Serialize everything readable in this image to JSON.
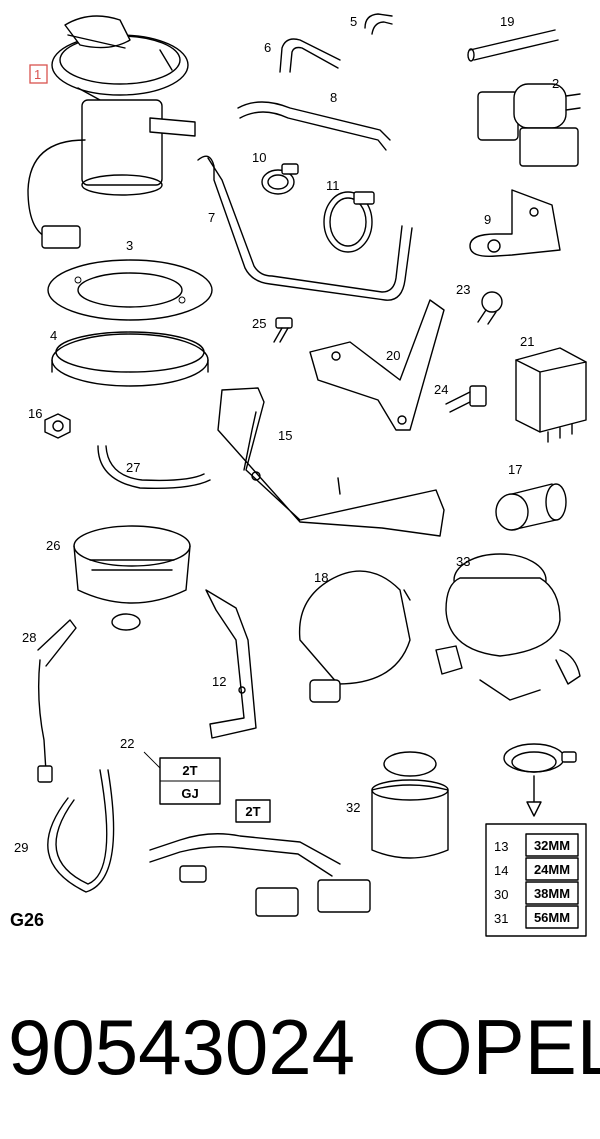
{
  "diagram": {
    "section_code": "G26",
    "part_number": "90543024",
    "brand": "OPEL",
    "highlighted_label": "1",
    "accent_color": "#d9534f",
    "labels": [
      "1",
      "2",
      "3",
      "4",
      "5",
      "6",
      "7",
      "8",
      "9",
      "10",
      "11",
      "12",
      "15",
      "16",
      "17",
      "18",
      "19",
      "20",
      "21",
      "22",
      "23",
      "24",
      "25",
      "26",
      "27",
      "28",
      "29",
      "32",
      "33"
    ],
    "tag_label_22": [
      "2T",
      "GJ"
    ],
    "harness_tag": "2T",
    "clamp_table": [
      {
        "ref": "13",
        "size": "32MM"
      },
      {
        "ref": "14",
        "size": "24MM"
      },
      {
        "ref": "30",
        "size": "38MM"
      },
      {
        "ref": "31",
        "size": "56MM"
      }
    ]
  }
}
